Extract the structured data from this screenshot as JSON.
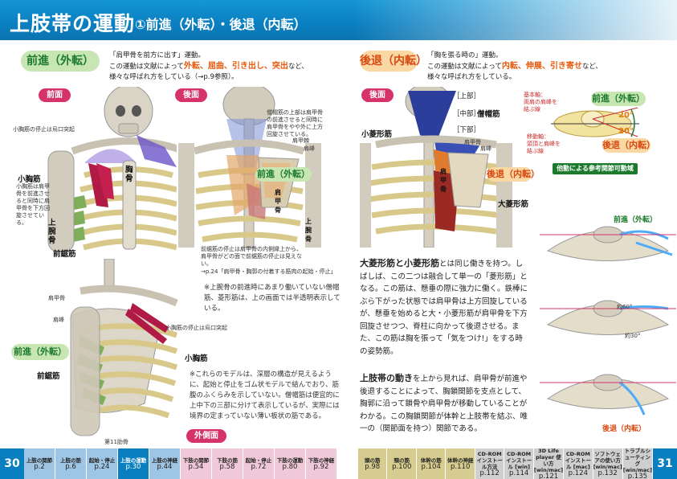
{
  "header": {
    "title": "上肢帯の運動",
    "subtitle": "①前進（外転）・後退（内転）"
  },
  "left": {
    "heading": "前進（外転）",
    "desc_line1": "「肩甲骨を前方に出す」運動。",
    "desc_line2_pre": "この運動は文献によって",
    "desc_terms": "外転、屈曲、引き出し、突出",
    "desc_line2_post": "など、",
    "desc_line3": "様々な呼ばれ方をしている（→p.9参照）。",
    "view_front": "前面",
    "view_back": "後面",
    "label_coracoid": "小胸筋の停止は烏口突起",
    "label_pec_minor": "小胸筋",
    "note_pec_minor": "小胸筋は肩甲骨を前進させると同時に肩甲骨を下方回旋させている。",
    "label_upper_arm": "上腕骨",
    "label_serratus": "前鋸筋",
    "label_sternum": "胸骨",
    "note_trap": "僧帽筋の上部は肩甲骨の前進させると同時に肩甲骨をやや外に上方回旋させている。",
    "label_acromion": "肩甲棘",
    "label_acromion2": "肩峰",
    "pill_forward_back": "前進（外転）",
    "label_scapula": "肩甲骨",
    "label_upper_arm2": "上腕骨",
    "note_insertion": "前鋸筋の停止は肩甲骨の内側縁上から、肩甲骨がどの面で前鋸筋の停止は見えない。",
    "note_ref": "→p.24「肩甲骨・胸郭の付着する筋肉の起始・停止」",
    "note_serratus_main": "※上腕骨の前進時にあまり働いていない僧帽筋、菱形筋は、上の画面では半透明表示している。",
    "label_scap_spine": "肩甲骨",
    "label_acromion3": "肩峰",
    "label_coracoid2": "小胸筋の停止は烏口突起",
    "pill_forward_side": "前進（外転）",
    "label_serratus2": "前鋸筋",
    "label_pec_minor2": "小胸筋",
    "label_rib": "第11肋骨",
    "note_model": "※これらのモデルは、深層の構造が見えるように、起始と停止をゴム状モデルで結んでおり、筋腹のふくらみを示していない。僧帽筋は便宜的に上中下の三部に分けて表示しているが、実際には境界の定まっていない薄い板状の筋である。",
    "view_side": "外側面"
  },
  "right": {
    "heading": "後退（内転）",
    "desc_line1": "「胸を張る時の」運動。",
    "desc_line2_pre": "この運動は文献によって",
    "desc_terms": "内転、伸展、引き寄せ",
    "desc_line2_post": "など、",
    "desc_line3": "様々な呼ばれ方をしている。",
    "view_back": "後面",
    "label_upper": "［上部］",
    "label_middle": "［中部］",
    "label_lower": "［下部］",
    "label_trapezius": "僧帽筋",
    "label_rhomboid_minor": "小菱形筋",
    "label_scap_spine": "肩甲骨",
    "label_acromion": "肩峰",
    "label_scapula": "肩甲骨",
    "pill_back": "後退（内転）",
    "label_rhomboid_major": "大菱形筋",
    "axis_base": "基本軸：",
    "axis_base2": "両肩の肩峰を",
    "axis_base3": "結ぶ線",
    "axis_move": "移動軸：",
    "axis_move2": "頭頂と肩峰を",
    "axis_move3": "結ぶ線",
    "angle_forward_label": "前進（外転）",
    "angle_back_label": "後退（内転）",
    "angle1": "20°",
    "angle2": "20°",
    "rom_badge": "他動による参考関節可動域",
    "top_forward_label": "前進（外転）",
    "top_angle1": "約60°",
    "top_angle2": "約30°",
    "top_back_label": "後退（内転）",
    "body_p1_b": "大菱形筋と小菱形筋",
    "body_p1": "とは同じ働きを持つ。しばしば、この二つは融合して単一の「菱形筋」となる。この筋は、懸垂の際に強力に働く。鉄棒にぶら下がった状態では肩甲骨は上方回旋しているが、懸垂を始めると大・小菱形筋が肩甲骨を下方回旋させつつ、脊柱に向かって後退させる。また、この筋は胸を張って「気をつけ!」をする時の姿勢筋。",
    "body_p2_b": "上肢帯の動き",
    "body_p2": "を上から見れば、肩甲骨が前進や後退することによって、胸鎖関節を支点として、胸郭に沿って鎖骨や肩甲骨が移動していることがわかる。この胸鎖関節が体幹と上肢帯を結ぶ、唯一の（関節面を持つ）関節である。"
  },
  "footer_left": {
    "page": "30",
    "tabs": [
      {
        "t": "上肢の関節",
        "p": "p.2"
      },
      {
        "t": "上肢の筋",
        "p": "p.6"
      },
      {
        "t": "起始・停止",
        "p": "p.24"
      },
      {
        "t": "上肢の運動",
        "p": "p.30"
      },
      {
        "t": "上肢の神経",
        "p": "p.44"
      },
      {
        "t": "下肢の関節",
        "p": "p.54"
      },
      {
        "t": "下肢の筋",
        "p": "p.58"
      },
      {
        "t": "起始・停止",
        "p": "p.72"
      },
      {
        "t": "下肢の運動",
        "p": "p.80"
      },
      {
        "t": "下肢の神経",
        "p": "p.92"
      }
    ]
  },
  "footer_right": {
    "page": "31",
    "tabs": [
      {
        "t": "頭の筋",
        "p": "p.98"
      },
      {
        "t": "頸の筋",
        "p": "p.100"
      },
      {
        "t": "体幹の筋",
        "p": "p.104"
      },
      {
        "t": "体幹の神経",
        "p": "p.110"
      },
      {
        "t": "CD-ROM インストール方法",
        "p": "p.112"
      },
      {
        "t": "CD-ROM インストール [win]",
        "p": "p.114"
      },
      {
        "t": "3D Life player 使い方 [win/mac]",
        "p": "p.121"
      },
      {
        "t": "CD-ROM インストール [mac]",
        "p": "p.124"
      },
      {
        "t": "ソフトウェアの使い方 [win/mac]",
        "p": "p.132"
      },
      {
        "t": "トラブルシューティング [win/mac]",
        "p": "p.135"
      }
    ]
  },
  "colors": {
    "blue": "#0a7fc0",
    "green": "#1c7a2c",
    "orange": "#d9480f",
    "pink": "#d6336c",
    "bone": "#d8d2c4",
    "rib": "#e7d9a0",
    "serratus": "#7fae5a",
    "trap": "#3a4fb5"
  }
}
